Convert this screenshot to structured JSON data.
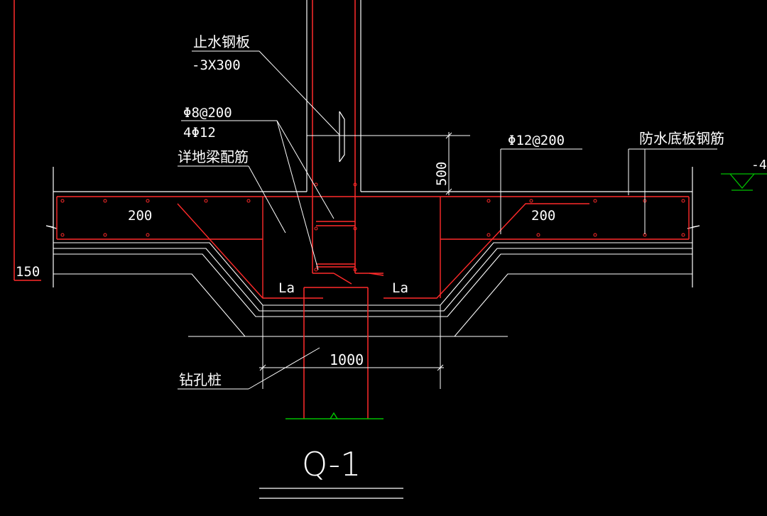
{
  "labels": {
    "waterstop_name": "止水钢板",
    "waterstop_spec": "-3X300",
    "stirrup_spec": "Φ8@200",
    "main_bar_spec": "4Φ12",
    "see_ground_beam": "详地梁配筋",
    "slab_bar_spec": "Φ12@200",
    "slab_rebar_name": "防水底板钢筋",
    "dim_500": "500",
    "dim_200_left": "200",
    "dim_200_right": "200",
    "dim_150": "150",
    "la_left": "La",
    "la_right": "La",
    "dim_1000": "1000",
    "pile_name": "钻孔桩",
    "drawing_title": "Q-1",
    "elev_partial": "-4"
  },
  "colors": {
    "background": "#000000",
    "lines": "#ffffff",
    "rebar": "#ff2a2a",
    "ground": "#00c000"
  }
}
